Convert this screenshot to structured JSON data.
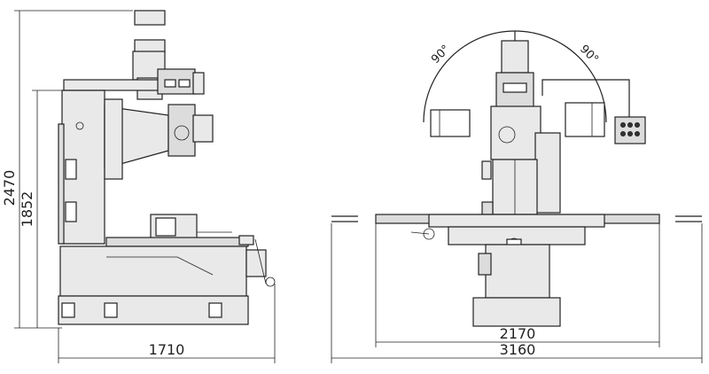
{
  "dimensions": {
    "total_height": "2470",
    "column_height": "1852",
    "side_width": "1710",
    "table_travel": "2170",
    "overall_width": "3160"
  },
  "angles": {
    "left": "90°",
    "right": "90°"
  }
}
